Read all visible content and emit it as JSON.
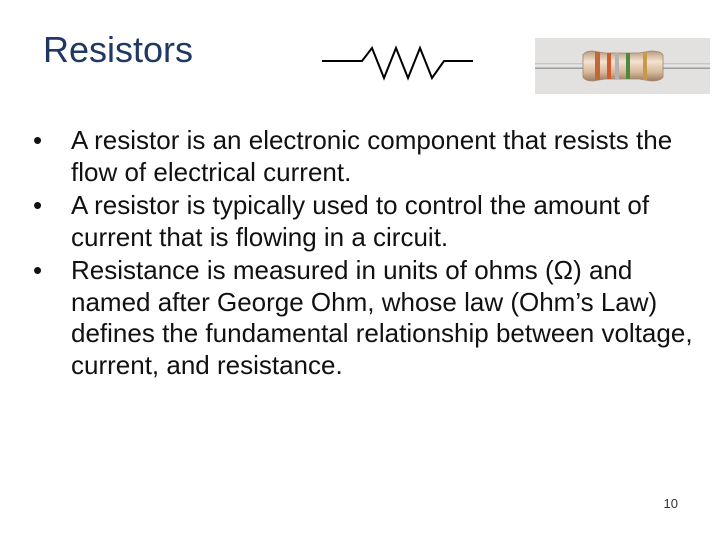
{
  "slide": {
    "title": "Resistors",
    "bullets": [
      "A resistor is an electronic component that resists the flow of electrical current.",
      "A resistor is typically used to control the amount of current that is flowing in a circuit.",
      "Resistance is measured in units of ohms (Ω) and named after George Ohm, whose law (Ohm’s Law) defines the fundamental relationship between voltage, current, and resistance."
    ],
    "bullet_marker": "•",
    "page_number": "10"
  },
  "icons": {
    "symbol": "resistor-symbol-icon",
    "photo": "resistor-photo"
  },
  "colors": {
    "title": "#1f3864",
    "text": "#111111",
    "background": "#ffffff"
  }
}
